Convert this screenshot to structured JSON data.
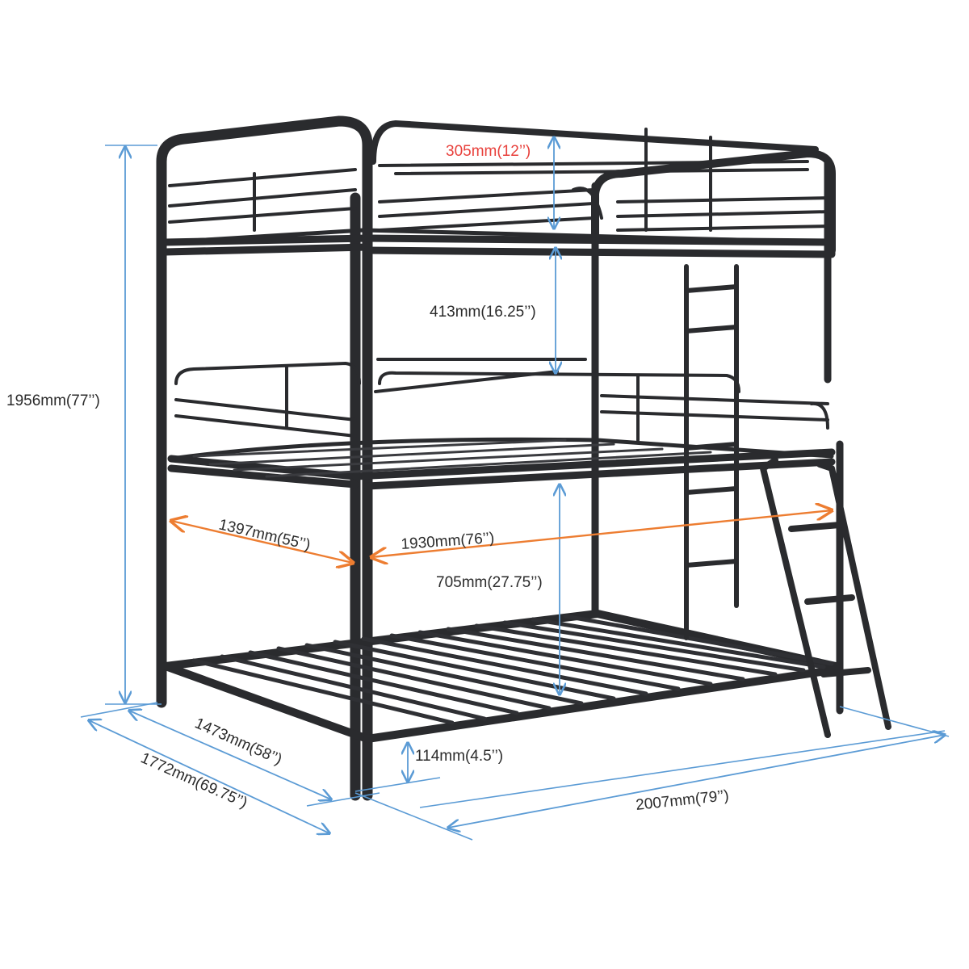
{
  "diagram": {
    "subject": "Triple bunk bed metal frame with ladder",
    "colors": {
      "frame": "#2a2b2e",
      "frame_highlight": "#55575c",
      "dimension_blue": "#5b9bd5",
      "dimension_orange": "#ed7d31",
      "label_text": "#2b2b2b",
      "label_red": "#e8413c"
    },
    "dimensions": {
      "guardrail_height": "305mm(12’’)",
      "top_clearance": "413mm(16.25’’)",
      "overall_height": "1956mm(77’’)",
      "mattress_width": "1397mm(55’’)",
      "mattress_length": "1930mm(76’’)",
      "bottom_clearance": "705mm(27.75’’)",
      "inner_width": "1473mm(58’’)",
      "overall_width": "1772mm(69.75’’)",
      "floor_clearance": "114mm(4.5’’)",
      "overall_length": "2007mm(79’’)"
    }
  }
}
